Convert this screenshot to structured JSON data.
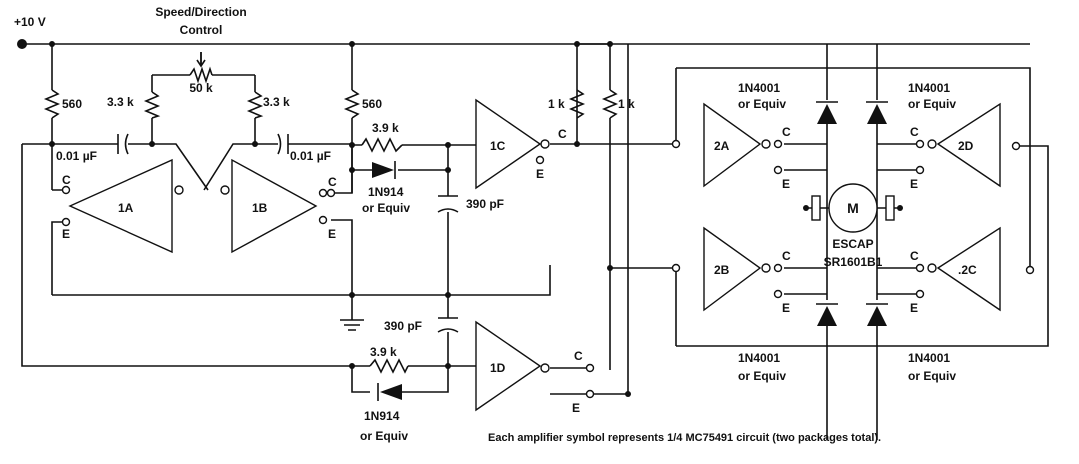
{
  "supply": "+10 V",
  "control": {
    "line1": "Speed/Direction",
    "line2": "Control",
    "pot": "50 k"
  },
  "resistors": {
    "r560": "560",
    "r33k": "3.3 k",
    "r39k": "3.9 k",
    "r1k": "1 k"
  },
  "capacitors": {
    "c001": "0.01 µF",
    "c390": "390 pF"
  },
  "diodes": {
    "n914": "1N914",
    "n4001": "1N4001",
    "equiv": "or Equiv"
  },
  "amps": {
    "a1": "1A",
    "b1": "1B",
    "c1": "1C",
    "d1": "1D",
    "a2": "2A",
    "b2": "2B",
    "c2": ".2C",
    "d2": "2D"
  },
  "pins": {
    "c": "C",
    "e": "E"
  },
  "motor": {
    "symbol": "M",
    "name": "ESCAP",
    "part": "SR1601B1"
  },
  "footnote": "Each amplifier symbol represents 1/4 MC75491 circuit (two packages total)."
}
